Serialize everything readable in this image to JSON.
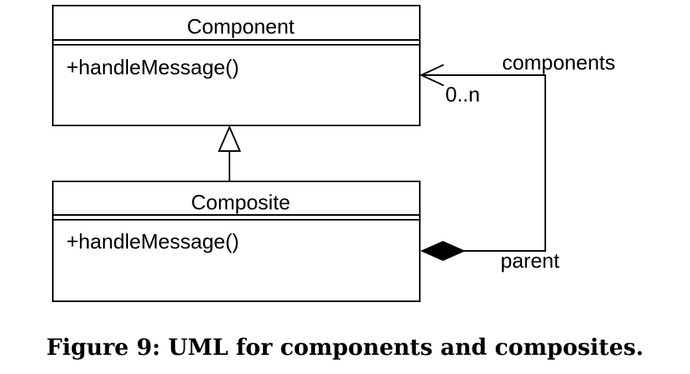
{
  "classes": {
    "component": {
      "name": "Component",
      "operation": "+handleMessage()"
    },
    "composite": {
      "name": "Composite",
      "operation": "+handleMessage()"
    }
  },
  "association": {
    "target_role": "components",
    "target_multiplicity": "0..n",
    "source_role": "parent"
  },
  "caption": "Figure 9: UML for components and composites."
}
